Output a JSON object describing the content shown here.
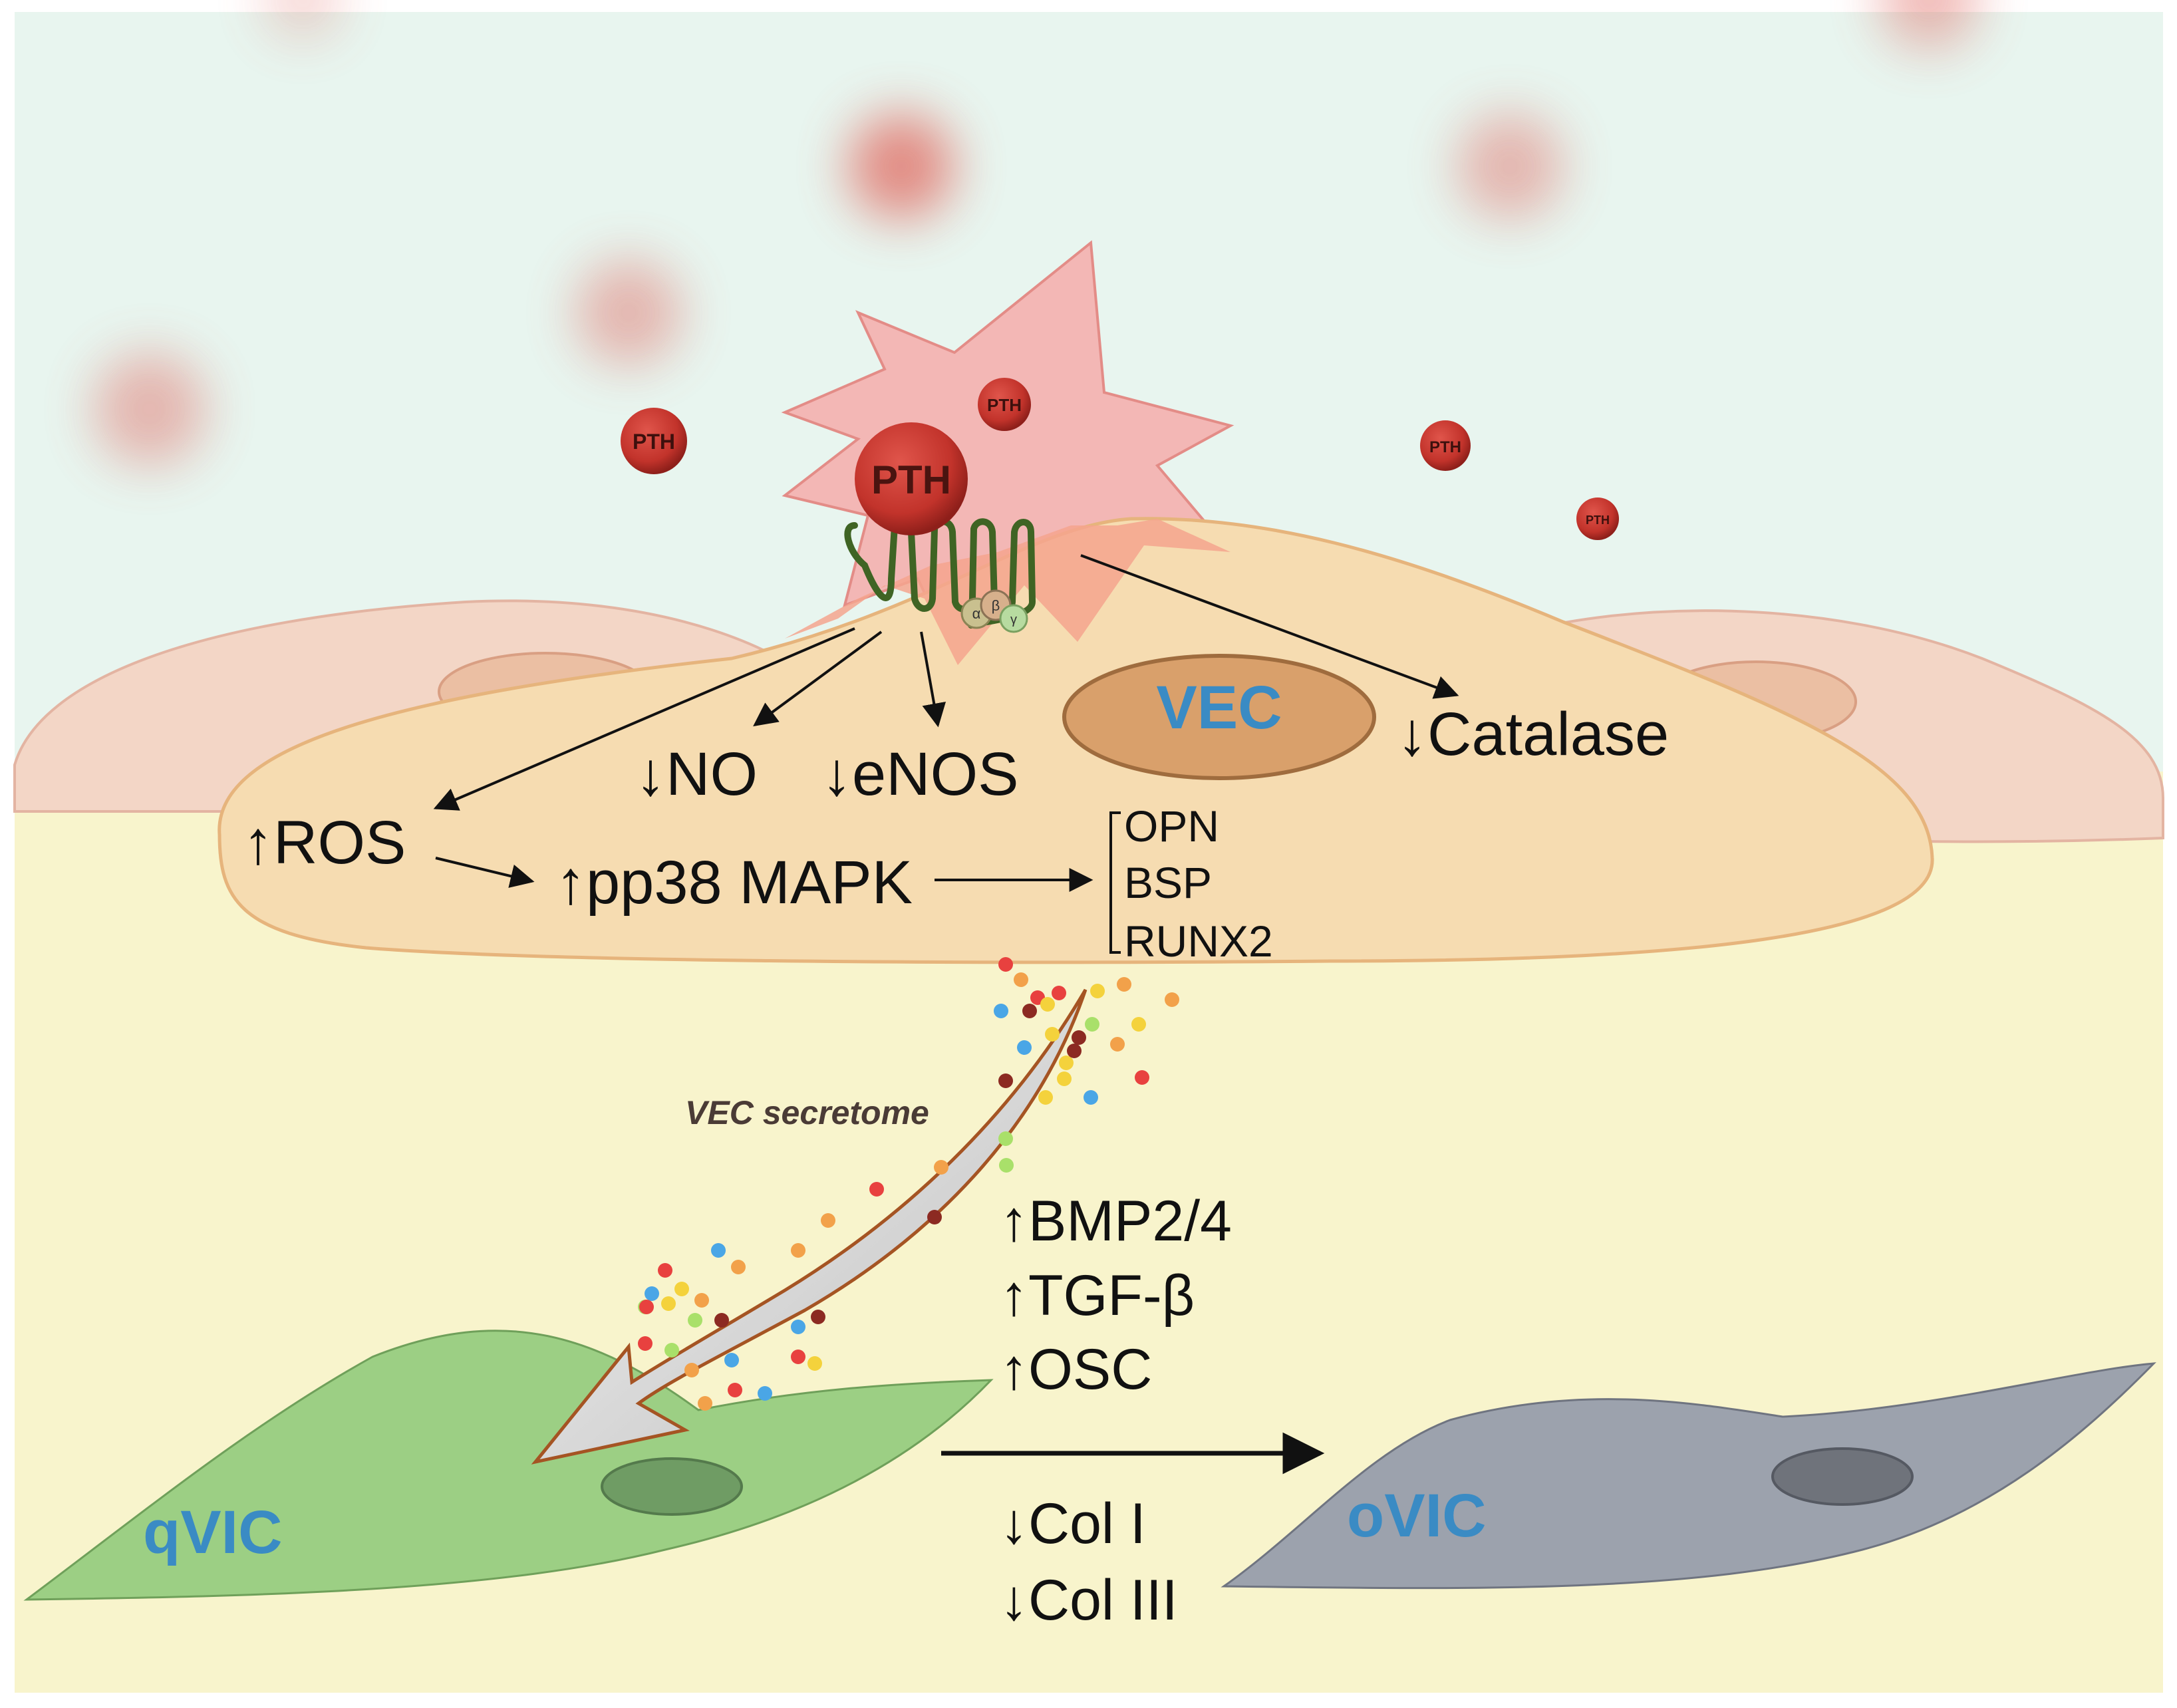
{
  "colors": {
    "sky": "#e8f5ef",
    "tissue": "#f8f4cc",
    "vec_cell": "#f6dcb1",
    "vec_outline": "#e6b47c",
    "neighbor_cell": "#f3d6c6",
    "starburst": "#f3b7b5",
    "pth": "#c9372f",
    "receptor": "#3f6424",
    "label_blue": "#3a8bc4",
    "qvic": "#9ccf84",
    "ovic": "#9ca2ad",
    "arrow": "#111111"
  },
  "pth": {
    "main_label": "PTH",
    "small_label": "PTH"
  },
  "g_protein": {
    "alpha": "α",
    "beta": "β",
    "gamma": "γ"
  },
  "vec": {
    "nucleus_label": "VEC",
    "ros": "↑ROS",
    "no": "↓NO",
    "enos": "↓eNOS",
    "catalase": "↓Catalase",
    "mapk": "↑pp38 MAPK",
    "genes": [
      "OPN",
      "BSP",
      "RUNX2"
    ]
  },
  "secretome": {
    "label": "VEC secretome",
    "factors": [
      "↑BMP2/4",
      "↑TGF-β",
      "↑OSC"
    ]
  },
  "transition": {
    "collagens": [
      "↓Col I",
      "↓Col III"
    ]
  },
  "qvic": {
    "label": "qVIC"
  },
  "ovic": {
    "label": "oVIC"
  }
}
